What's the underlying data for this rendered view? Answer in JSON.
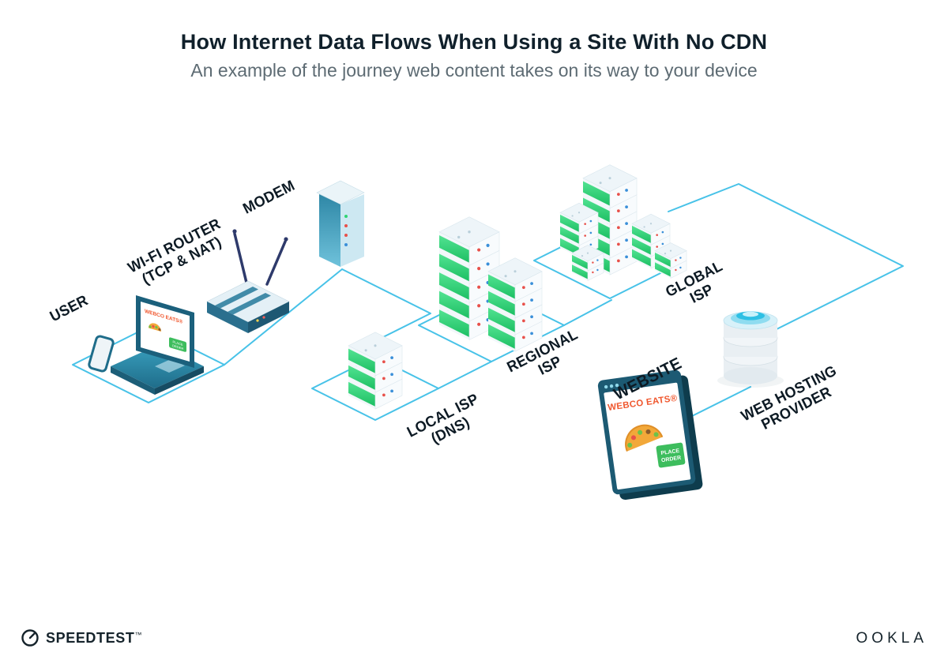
{
  "header": {
    "title": "How Internet Data Flows When Using a Site With No CDN",
    "subtitle": "An example of the journey web content takes on its way to your device"
  },
  "labels": {
    "user": "USER",
    "router_line1": "WI-FI ROUTER",
    "router_line2": "(TCP & NAT)",
    "modem": "MODEM",
    "local_line1": "LOCAL ISP",
    "local_line2": "(DNS)",
    "regional_line1": "REGIONAL",
    "regional_line2": "ISP",
    "global_line1": "GLOBAL",
    "global_line2": "ISP",
    "website": "WEBSITE",
    "webhost_line1": "WEB HOSTING",
    "webhost_line2": "PROVIDER"
  },
  "site": {
    "brand": "WEBCO EATS®",
    "button_line1": "PLACE",
    "button_line2": "ORDER"
  },
  "footer": {
    "speedtest": "SPEEDTEST",
    "speedtest_mark": "™",
    "ookla": "OOKLA"
  },
  "colors": {
    "connection_line": "#47c2e8",
    "server_green": "#2ed573",
    "brand_orange": "#f0572e",
    "frame_teal": "#1c5a73",
    "ink": "#10202b"
  }
}
